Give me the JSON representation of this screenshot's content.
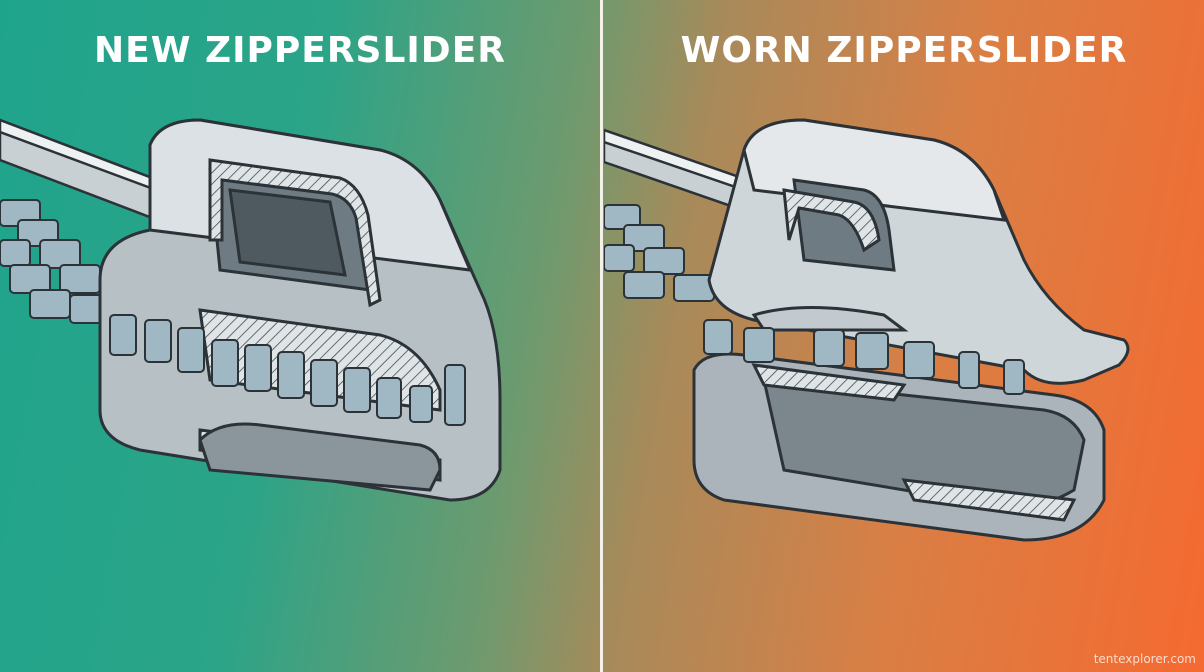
{
  "panels": {
    "left": {
      "title": "NEW ZIPPERSLIDER"
    },
    "right": {
      "title": "WORN ZIPPERSLIDER"
    }
  },
  "watermark": "tentexplorer.com",
  "colors": {
    "gradient_left": "#1fa48c",
    "gradient_right": "#f56a30",
    "metal_light": "#d9dfe2",
    "metal_mid": "#a9b3b9",
    "metal_dark": "#6f7b82",
    "teeth": "#9fb8c4",
    "outline": "#2c3338"
  }
}
